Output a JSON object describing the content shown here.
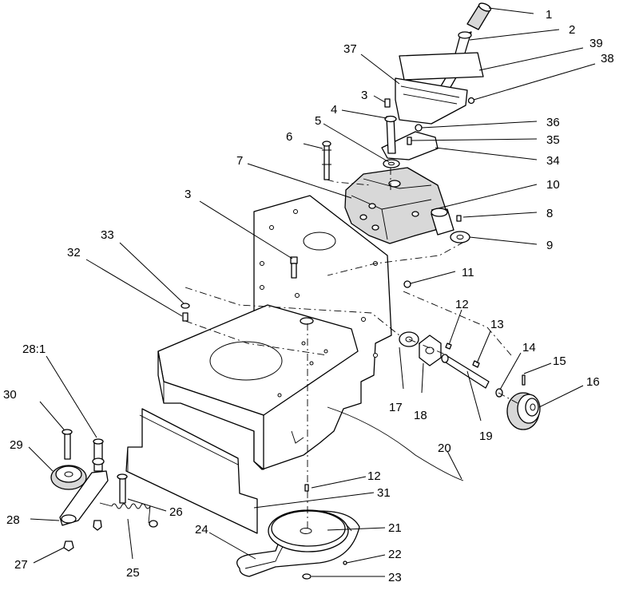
{
  "callouts": [
    {
      "id": "c1",
      "label": "1"
    },
    {
      "id": "c2",
      "label": "2"
    },
    {
      "id": "c39",
      "label": "39"
    },
    {
      "id": "c38",
      "label": "38"
    },
    {
      "id": "c37",
      "label": "37"
    },
    {
      "id": "c3a",
      "label": "3"
    },
    {
      "id": "c4",
      "label": "4"
    },
    {
      "id": "c36",
      "label": "36"
    },
    {
      "id": "c5",
      "label": "5"
    },
    {
      "id": "c35",
      "label": "35"
    },
    {
      "id": "c6",
      "label": "6"
    },
    {
      "id": "c34",
      "label": "34"
    },
    {
      "id": "c7",
      "label": "7"
    },
    {
      "id": "c10",
      "label": "10"
    },
    {
      "id": "c3b",
      "label": "3"
    },
    {
      "id": "c8",
      "label": "8"
    },
    {
      "id": "c9",
      "label": "9"
    },
    {
      "id": "c33",
      "label": "33"
    },
    {
      "id": "c32",
      "label": "32"
    },
    {
      "id": "c11",
      "label": "11"
    },
    {
      "id": "c12a",
      "label": "12"
    },
    {
      "id": "c13",
      "label": "13"
    },
    {
      "id": "c14",
      "label": "14"
    },
    {
      "id": "c15",
      "label": "15"
    },
    {
      "id": "c16",
      "label": "16"
    },
    {
      "id": "c281",
      "label": "28:1"
    },
    {
      "id": "c30",
      "label": "30"
    },
    {
      "id": "c17",
      "label": "17"
    },
    {
      "id": "c18",
      "label": "18"
    },
    {
      "id": "c19",
      "label": "19"
    },
    {
      "id": "c20",
      "label": "20"
    },
    {
      "id": "c29",
      "label": "29"
    },
    {
      "id": "c12b",
      "label": "12"
    },
    {
      "id": "c31",
      "label": "31"
    },
    {
      "id": "c26",
      "label": "26"
    },
    {
      "id": "c28",
      "label": "28"
    },
    {
      "id": "c21",
      "label": "21"
    },
    {
      "id": "c24",
      "label": "24"
    },
    {
      "id": "c22",
      "label": "22"
    },
    {
      "id": "c27",
      "label": "27"
    },
    {
      "id": "c25",
      "label": "25"
    },
    {
      "id": "c23",
      "label": "23"
    }
  ]
}
